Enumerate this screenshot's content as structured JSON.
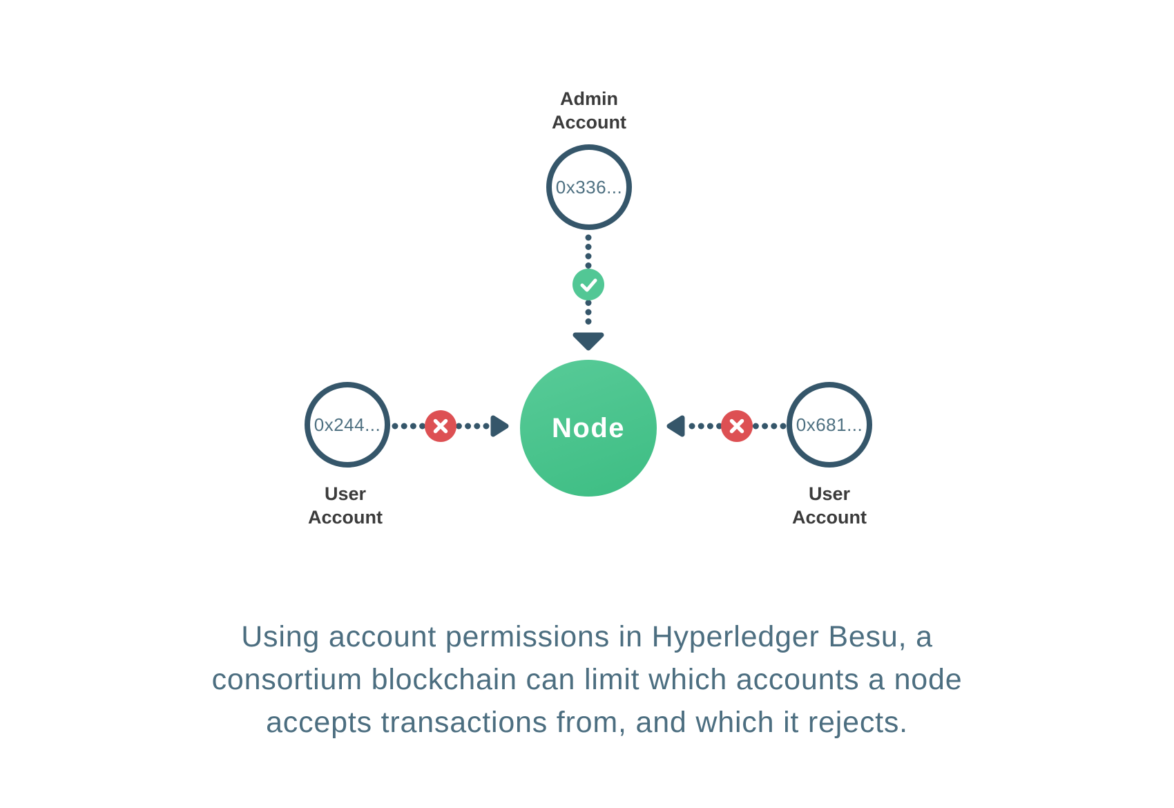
{
  "colors": {
    "background": "#FFFFFF",
    "slate": "#35566A",
    "label-dark": "#3B3B3B",
    "address-text": "#4E7081",
    "caption-text": "#4C6E80",
    "node-green-1": "#58CB98",
    "node-green-2": "#3DBD83",
    "allow-green": "#52C795",
    "deny-red": "#DD5053"
  },
  "diagram": {
    "admin_account": {
      "label": [
        "Admin",
        "Account"
      ],
      "address": "0x336..."
    },
    "node": {
      "label": "Node"
    },
    "left_user_account": {
      "label": [
        "User",
        "Account"
      ],
      "address": "0x244..."
    },
    "right_user_account": {
      "label": [
        "User",
        "Account"
      ],
      "address": "0x681..."
    }
  },
  "caption": {
    "lines": [
      "Using account permissions in Hyperledger Besu, a",
      "consortium blockchain can limit which accounts a node",
      "accepts transactions from, and which it rejects."
    ]
  }
}
